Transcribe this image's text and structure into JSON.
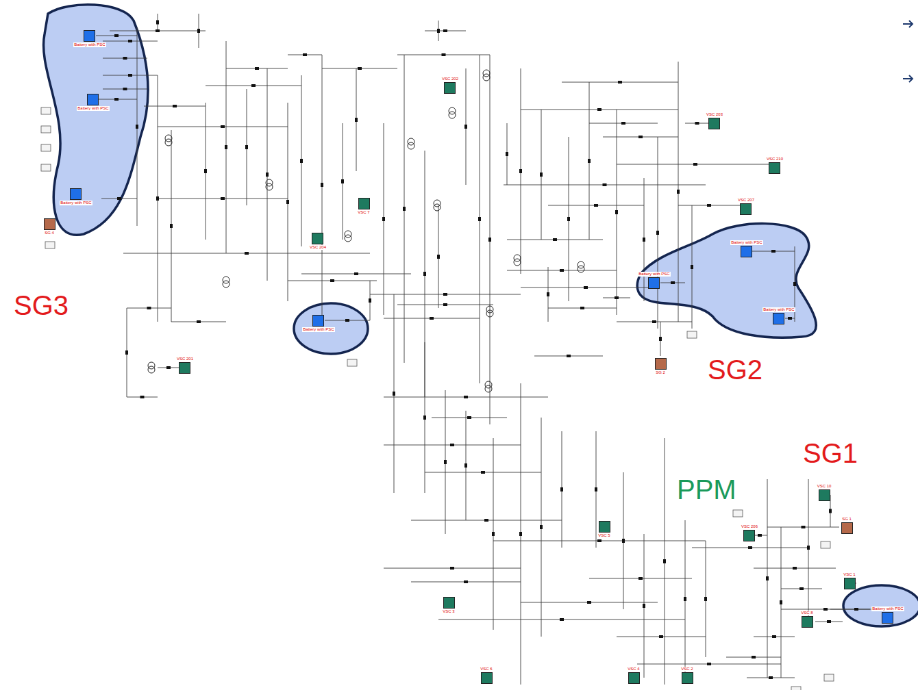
{
  "diagram": {
    "nodes": [
      {
        "text": [
          "Battery with PSC"
        ]
      },
      {
        "text": [
          "Battery with PSC"
        ]
      },
      {
        "text": [
          "VSC 202"
        ]
      },
      {
        "text": [
          "VSC 203"
        ]
      },
      {
        "text": [
          "VSC 210"
        ]
      },
      {
        "text": [
          "Battery with PSC"
        ]
      },
      {
        "text": [
          "VSC 7"
        ]
      },
      {
        "text": [
          "VSC 207"
        ]
      },
      {
        "text": [
          "SG 4"
        ]
      },
      {
        "text": [
          "VSC 204"
        ]
      },
      {
        "text": [
          "Battery with PSC"
        ]
      },
      {
        "text": [
          "Battery with PSC"
        ]
      },
      {
        "text": [
          "Battery with PSC"
        ]
      },
      {
        "text": [
          "Battery with PSC"
        ]
      },
      {
        "text": [
          "SG 2"
        ]
      },
      {
        "text": [
          "VSC 201"
        ]
      },
      {
        "text": [
          "VSC 10"
        ]
      },
      {
        "text": [
          "VSC 5"
        ]
      },
      {
        "text": [
          "SG 1"
        ]
      },
      {
        "text": [
          "VSC 206"
        ]
      },
      {
        "text": [
          "VSC 1"
        ]
      },
      {
        "text": [
          "VSC 3"
        ]
      },
      {
        "text": [
          "VSC 8"
        ]
      },
      {
        "text": [
          "Battery with PSC"
        ]
      },
      {
        "text": [
          "VSC 6"
        ]
      },
      {
        "text": [
          "VSC 4"
        ]
      },
      {
        "text": [
          "VSC 2"
        ]
      }
    ],
    "labels": [
      "SG3",
      "SG2",
      "SG1",
      "PPM"
    ]
  }
}
